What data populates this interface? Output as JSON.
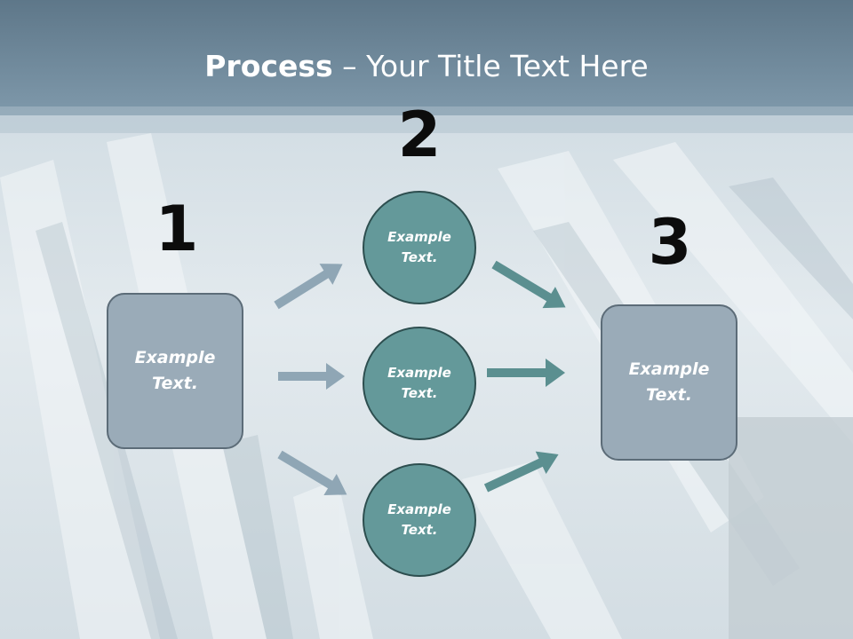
{
  "title": {
    "strong": "Process",
    "rest": " – Your Title Text Here"
  },
  "steps": [
    {
      "number": "1"
    },
    {
      "number": "2"
    },
    {
      "number": "3"
    }
  ],
  "left_box": {
    "line1": "Example",
    "line2": "Text."
  },
  "circles": [
    {
      "line1": "Example",
      "line2": "Text."
    },
    {
      "line1": "Example",
      "line2": "Text."
    },
    {
      "line1": "Example",
      "line2": "Text."
    }
  ],
  "right_box": {
    "line1": "Example",
    "line2": "Text."
  },
  "colors": {
    "header_band": "#6f8a9e",
    "box_fill": "#9aabb8",
    "circle_fill": "#64999a",
    "arrow_in": "#8fa6b5",
    "arrow_out": "#5b8f90"
  }
}
